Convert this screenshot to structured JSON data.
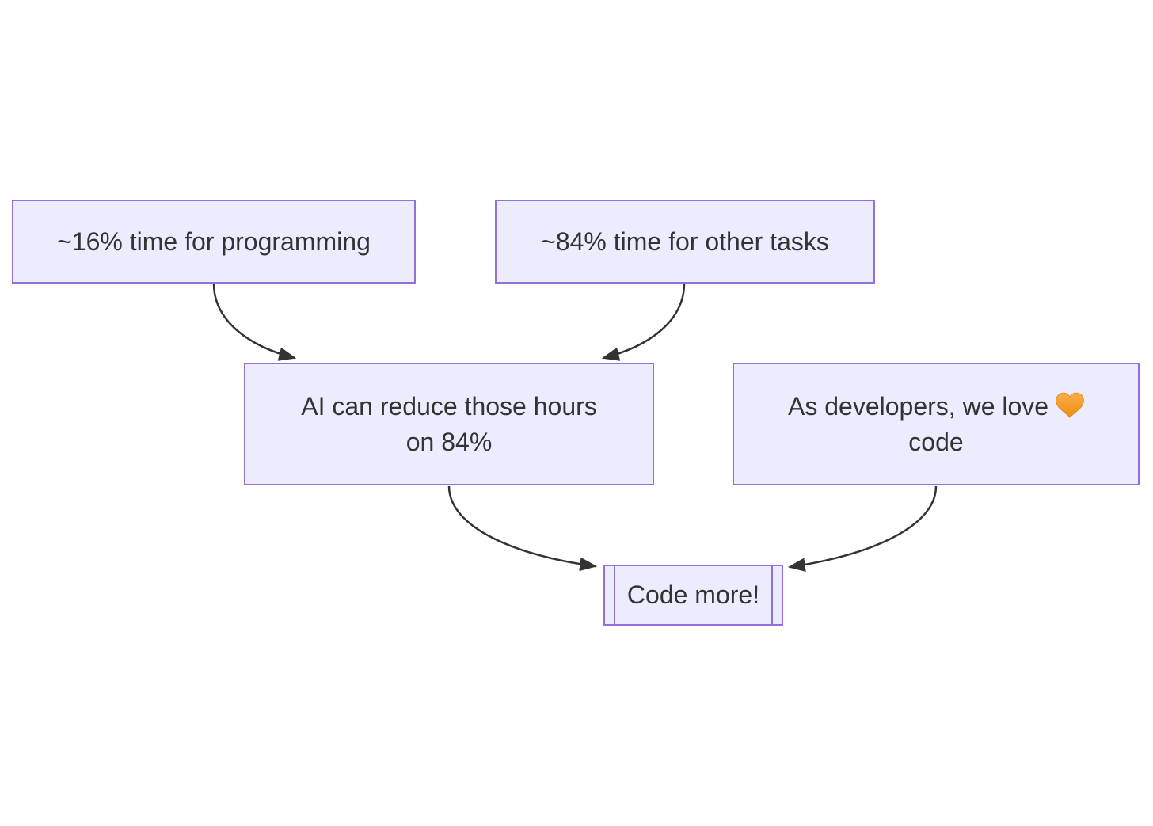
{
  "colors": {
    "background": "#ffffff",
    "node_fill": "#ECECFF",
    "node_border": "#9370DB",
    "text_color": "#333333",
    "arrow_color": "#333333",
    "heart_orange_light": "#FBAE4B",
    "heart_orange_dark": "#ED8E11"
  },
  "nodes": {
    "programming_time": {
      "label": "~16% time for programming"
    },
    "other_tasks_time": {
      "label": "~84% time for other tasks"
    },
    "ai_reduce": {
      "line1": "AI can reduce those hours",
      "line2": "on 84%"
    },
    "developers_love": {
      "line1": "As developers, we love",
      "heart_emoji": "🧡",
      "line2": "code"
    },
    "code_more": {
      "label": "Code more!"
    }
  },
  "edges": [
    {
      "from": "programming_time",
      "to": "ai_reduce"
    },
    {
      "from": "other_tasks_time",
      "to": "ai_reduce"
    },
    {
      "from": "ai_reduce",
      "to": "code_more"
    },
    {
      "from": "developers_love",
      "to": "code_more"
    }
  ]
}
